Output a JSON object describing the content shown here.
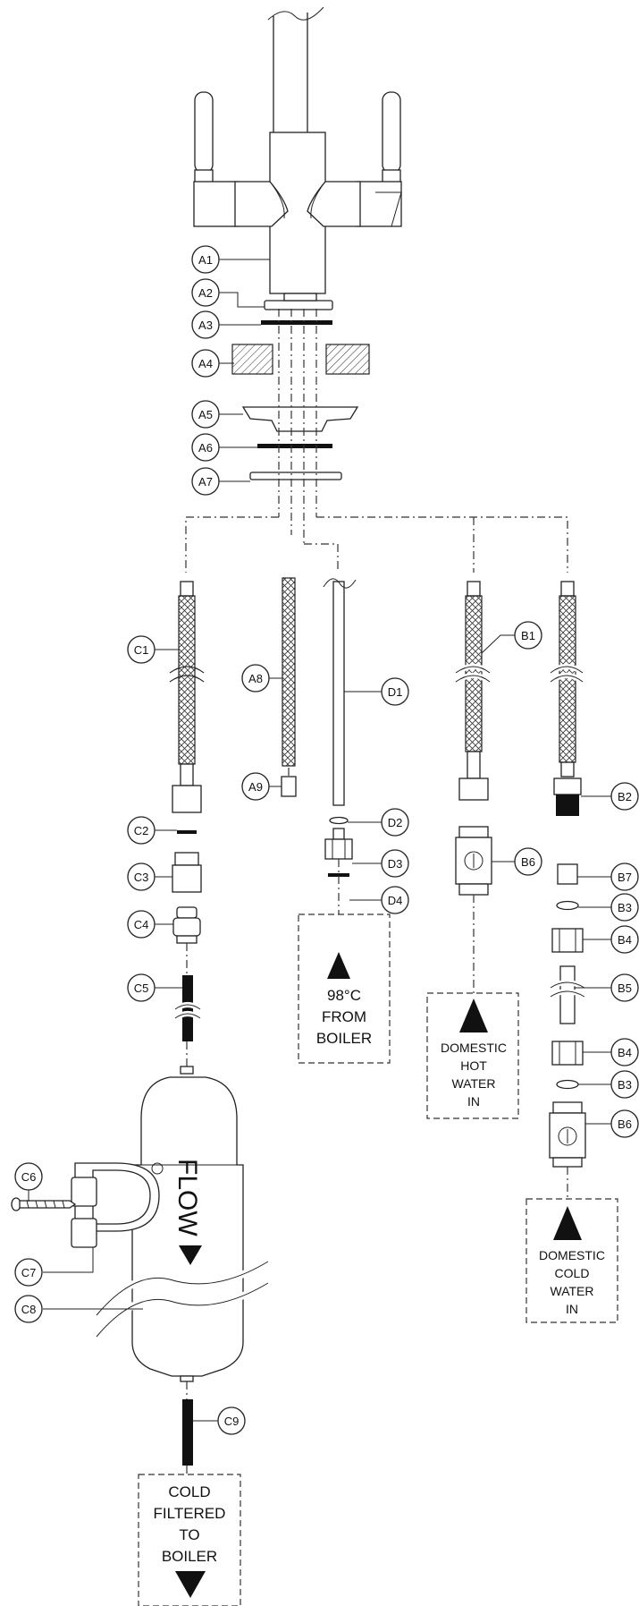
{
  "callouts": {
    "A1": "A1",
    "A2": "A2",
    "A3": "A3",
    "A4": "A4",
    "A5": "A5",
    "A6": "A6",
    "A7": "A7",
    "A8": "A8",
    "A9": "A9",
    "B1": "B1",
    "B2": "B2",
    "B3": "B3",
    "B4": "B4",
    "B5": "B5",
    "B6": "B6",
    "B7": "B7",
    "C1": "C1",
    "C2": "C2",
    "C3": "C3",
    "C4": "C4",
    "C5": "C5",
    "C6": "C6",
    "C7": "C7",
    "C8": "C8",
    "C9": "C9",
    "D1": "D1",
    "D2": "D2",
    "D3": "D3",
    "D4": "D4"
  },
  "boxes": {
    "boiler_hot": [
      "98°C",
      "FROM",
      "BOILER"
    ],
    "domestic_hot": [
      "DOMESTIC",
      "HOT",
      "WATER",
      "IN"
    ],
    "domestic_cold": [
      "DOMESTIC",
      "COLD",
      "WATER",
      "IN"
    ],
    "cold_filtered": [
      "COLD",
      "FILTERED",
      "TO",
      "BOILER"
    ]
  },
  "filter_label": "FLOW"
}
